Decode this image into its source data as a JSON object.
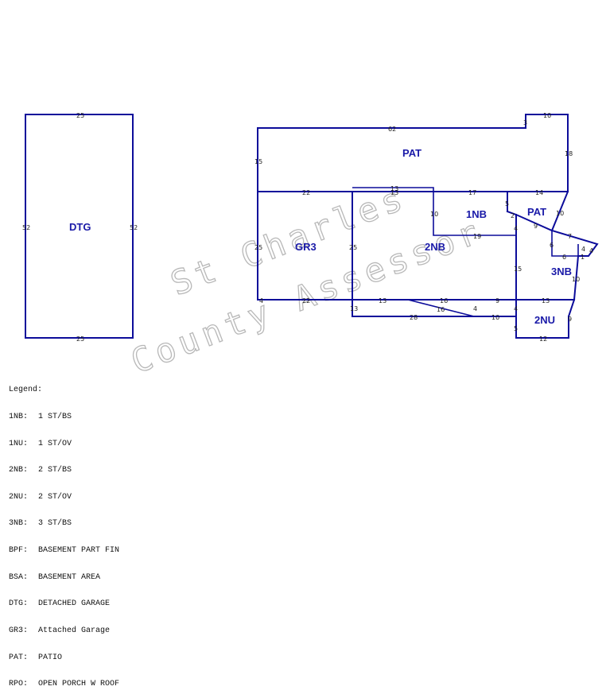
{
  "watermark": {
    "line1": "St Charles",
    "line2": "County Assessor"
  },
  "areas": {
    "dtg": "DTG",
    "pat_top": "PAT",
    "gr3": "GR3",
    "nb1": "1NB",
    "nb2": "2NB",
    "pat_right": "PAT",
    "nb3": "3NB",
    "nu2": "2NU"
  },
  "dimensions": {
    "dtg_top": "25",
    "dtg_left": "52",
    "dtg_right": "52",
    "dtg_bottom": "25",
    "pat_top": "62",
    "pat_step": "3",
    "pat_ext_top": "10",
    "pat_right": "18",
    "pat_left": "15",
    "gr3_top": "22",
    "gr3_left": "25",
    "gr3_inner": "25",
    "gr3_bottom": "22",
    "porch_top": "13",
    "porch_inner": "13",
    "porch_bottom": "13",
    "nb1_top": "17",
    "nb1_top_right": "14",
    "nb1_slant": "10",
    "nb1_bottom": "19",
    "nb1_left": "5",
    "nb1_small": "2",
    "nb2_right": "4",
    "nb2_side": "15",
    "pat_r_left": "10",
    "pat_r_bottom": "9",
    "pat_r_a": "7",
    "pat_r_b": "6",
    "pat_r_c": "6",
    "nb3_a": "4",
    "nb3_b": "4",
    "nb3_c": "1",
    "nb3_right": "10",
    "row_a": "4",
    "row_b": "13",
    "row_c": "16",
    "row_d": "16",
    "row_e": "4",
    "row_f": "9",
    "row_g": "4",
    "row_h": "13",
    "bottom_a": "28",
    "bottom_b": "10",
    "nu2_left": "5",
    "nu2_bottom": "12",
    "nu2_right": "9"
  },
  "legend": {
    "title": "Legend:",
    "items": [
      {
        "code": "1NB:",
        "desc": "1 ST/BS"
      },
      {
        "code": "1NU:",
        "desc": "1 ST/OV"
      },
      {
        "code": "2NB:",
        "desc": "2 ST/BS"
      },
      {
        "code": "2NU:",
        "desc": "2 ST/OV"
      },
      {
        "code": "3NB:",
        "desc": "3 ST/BS"
      },
      {
        "code": "BPF:",
        "desc": "BASEMENT PART FIN"
      },
      {
        "code": "BSA:",
        "desc": "BASEMENT AREA"
      },
      {
        "code": "DTG:",
        "desc": "DETACHED GARAGE"
      },
      {
        "code": "GR3:",
        "desc": "Attached Garage"
      },
      {
        "code": "PAT:",
        "desc": "PATIO"
      },
      {
        "code": "RPO:",
        "desc": "OPEN PORCH W ROOF"
      }
    ]
  },
  "colors": {
    "line": "#0c0c9a",
    "area_label": "#1a1aa8",
    "watermark": "#b8b8b8"
  }
}
